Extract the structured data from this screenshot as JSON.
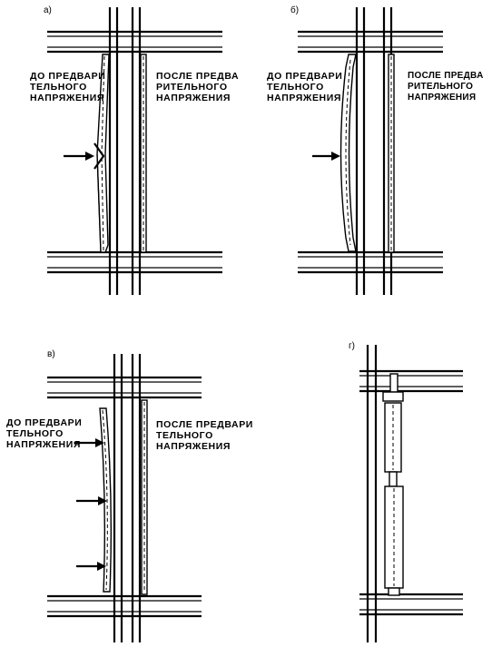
{
  "panels": [
    {
      "letter": "a)",
      "before_label": "ДО ПРЕДВАРИ\nТЕЛЬНОГО\nНАПРЯЖЕНИЯ",
      "after_label": "ПОСЛЕ ПРЕДВА\nРИТЕЛЬНОГО\nНАПРЯЖЕНИЯ"
    },
    {
      "letter": "б)",
      "before_label": "ДО ПРЕДВАРИ\nТЕЛЬНОГО\nНАПРЯЖЕНИЯ",
      "after_label": "ПОСЛЕ ПРЕДВА\nРИТЕЛЬНОГО\nНАПРЯЖЕНИЯ"
    },
    {
      "letter": "в)",
      "before_label": "ДО ПРЕДВАРИ\nТЕЛЬНОГО\nНАПРЯЖЕНИЯ",
      "after_label": "ПОСЛЕ ПРЕДВАРИ\nТЕЛЬНОГО\nНАПРЯЖЕНИЯ"
    },
    {
      "letter": "г)"
    }
  ]
}
